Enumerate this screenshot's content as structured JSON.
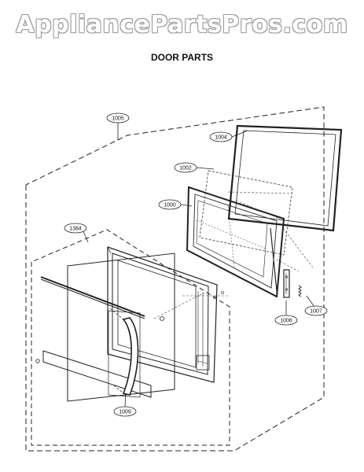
{
  "watermark": "AppliancePartsPros.com",
  "title": "DOOR PARTS",
  "callouts": {
    "c1005": "1005",
    "c1004": "1004",
    "c1002": "1002",
    "c1000": "1000",
    "c1384": "1384",
    "c1006": "1006",
    "c1007": "1007",
    "c1009": "1009"
  }
}
